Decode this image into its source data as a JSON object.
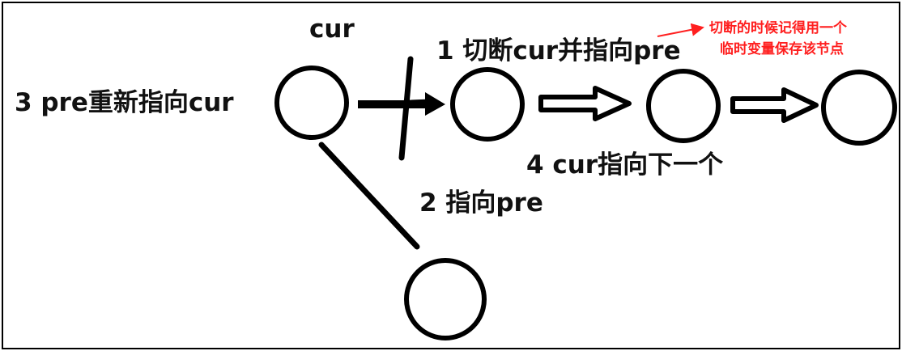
{
  "diagram": {
    "labels": {
      "cur": "cur",
      "step1": "1  切断cur并指向pre",
      "step2": "2  指向pre",
      "step3": "3 pre重新指向cur",
      "step4": "4 cur指向下一个"
    },
    "note": {
      "line1": "切断的时候记得用一个",
      "line2": "临时变量保存该节点"
    },
    "colors": {
      "stroke": "#000000",
      "note": "#ff1f1f",
      "frame": "#000000",
      "background": "#ffffff"
    }
  }
}
